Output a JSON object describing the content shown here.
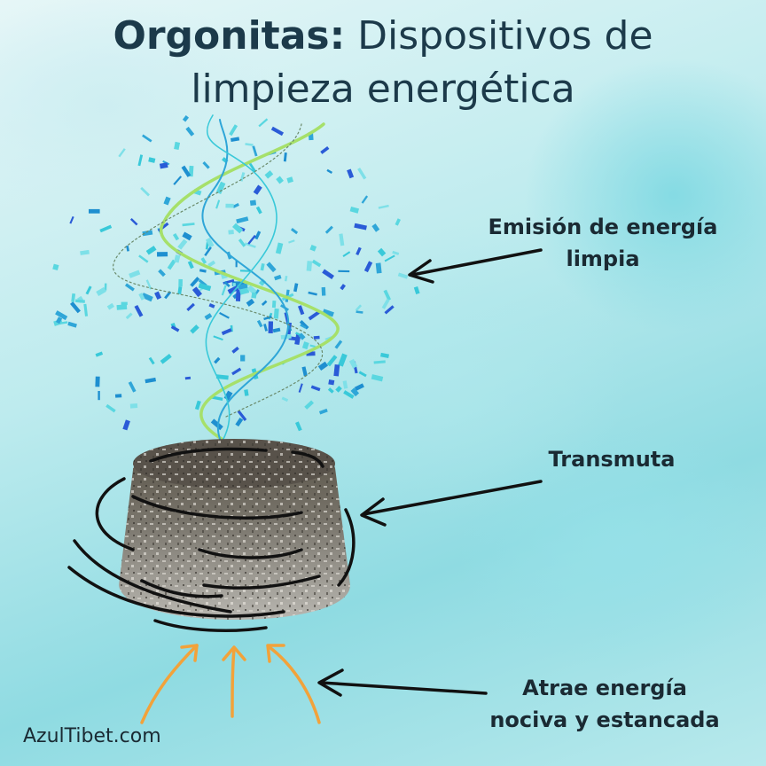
{
  "title": {
    "bold": "Orgonitas:",
    "line1_rest": " Dispositivos de",
    "line2": "limpieza energética"
  },
  "labels": {
    "emision_line1": "Emisión de energía",
    "emision_line2": "limpia",
    "transmuta": "Transmuta",
    "atrae_line1": "Atrae energía",
    "atrae_line2": "nociva y estancada"
  },
  "brand": "AzulTibet.com",
  "colors": {
    "title_text": "#1c3a4a",
    "label_text": "#1a2a33",
    "arrow_orange": "#f2a23a",
    "arrow_black": "#111111",
    "spiral_green": "#a6e06a",
    "spiral_blue": "#2fa6d8"
  }
}
